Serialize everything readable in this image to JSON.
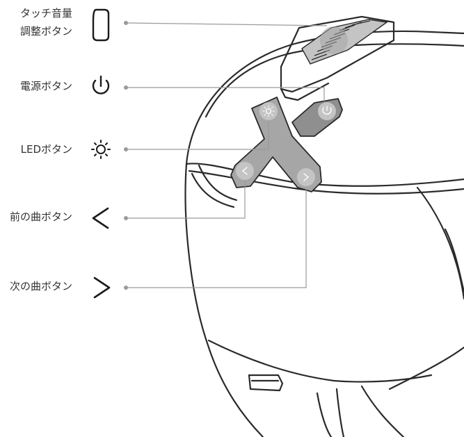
{
  "labels": {
    "touch_volume_line1": "タッチ音量",
    "touch_volume_line2": "調整ボタン",
    "power": "電源ボタン",
    "led": "LEDボタン",
    "prev_track": "前の曲ボタン",
    "next_track": "次の曲ボタン"
  },
  "icons": {
    "touch_volume": "pill-outline-icon",
    "power": "power-icon",
    "led": "sun-icon",
    "prev_track": "chevron-left-icon",
    "next_track": "chevron-right-icon"
  },
  "colors": {
    "line": "#2a2a2a",
    "leader": "#9a9a9a",
    "control_fill": "#a6a6a6",
    "control_fill_dark": "#8f8f8f",
    "button_circle": "#c4c4c4",
    "text": "#333333"
  }
}
